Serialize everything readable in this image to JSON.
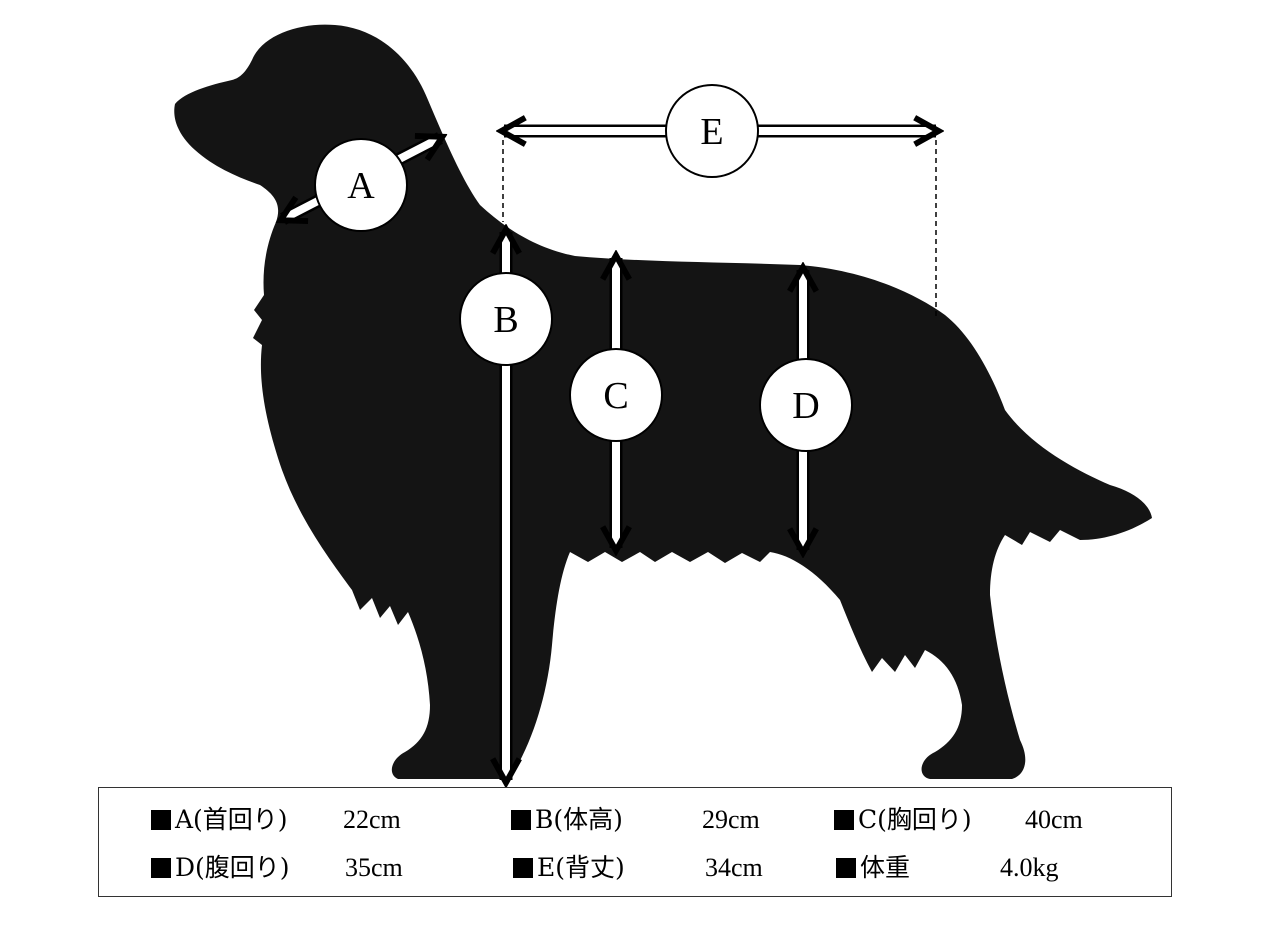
{
  "markers": {
    "a": "A",
    "b": "B",
    "c": "C",
    "d": "D",
    "e": "E"
  },
  "specs": [
    {
      "label": "A(首回り)",
      "value": "22cm"
    },
    {
      "label": "B(体高)",
      "value": "29cm"
    },
    {
      "label": "C(胸回り)",
      "value": "40cm"
    },
    {
      "label": "D(腹回り)",
      "value": "35cm"
    },
    {
      "label": "E(背丈)",
      "value": "34cm"
    },
    {
      "label": "体重",
      "value": "4.0kg"
    }
  ]
}
